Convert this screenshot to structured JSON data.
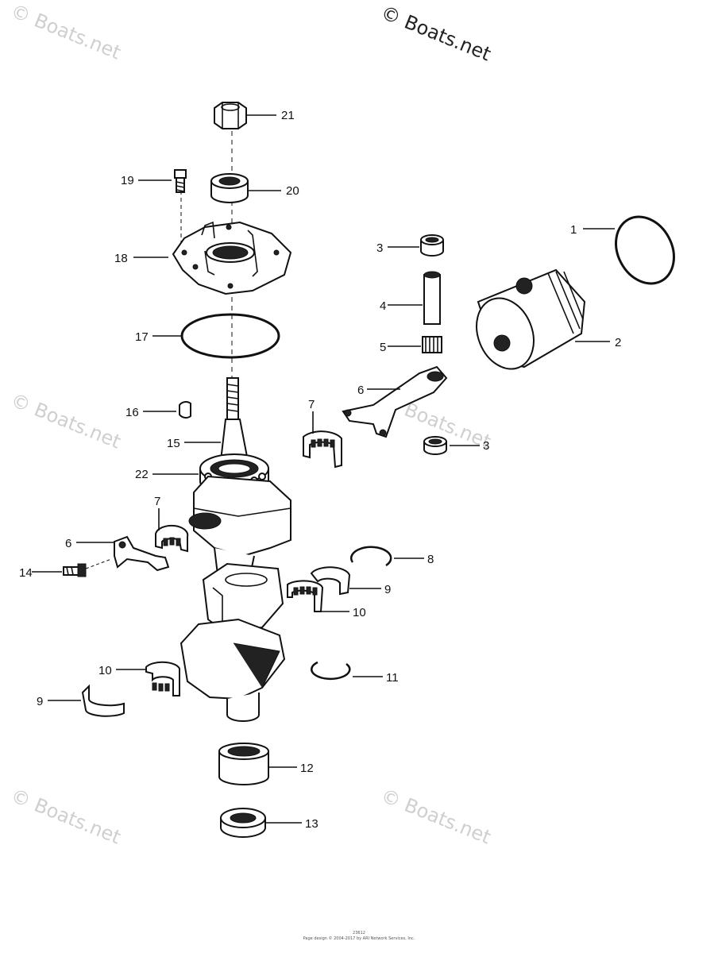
{
  "watermark": {
    "top_text": "© Boats.net",
    "repeat_text": "© Boats.net"
  },
  "callouts": [
    {
      "id": "c1",
      "label": "1"
    },
    {
      "id": "c2",
      "label": "2"
    },
    {
      "id": "c3a",
      "label": "3"
    },
    {
      "id": "c3b",
      "label": "3"
    },
    {
      "id": "c4",
      "label": "4"
    },
    {
      "id": "c5",
      "label": "5"
    },
    {
      "id": "c6a",
      "label": "6"
    },
    {
      "id": "c6b",
      "label": "6"
    },
    {
      "id": "c7a",
      "label": "7"
    },
    {
      "id": "c7b",
      "label": "7"
    },
    {
      "id": "c8",
      "label": "8"
    },
    {
      "id": "c9a",
      "label": "9"
    },
    {
      "id": "c9b",
      "label": "9"
    },
    {
      "id": "c10a",
      "label": "10"
    },
    {
      "id": "c10b",
      "label": "10"
    },
    {
      "id": "c11",
      "label": "11"
    },
    {
      "id": "c12",
      "label": "12"
    },
    {
      "id": "c13",
      "label": "13"
    },
    {
      "id": "c14",
      "label": "14"
    },
    {
      "id": "c15",
      "label": "15"
    },
    {
      "id": "c16",
      "label": "16"
    },
    {
      "id": "c17",
      "label": "17"
    },
    {
      "id": "c18",
      "label": "18"
    },
    {
      "id": "c19",
      "label": "19"
    },
    {
      "id": "c20",
      "label": "20"
    },
    {
      "id": "c21",
      "label": "21"
    },
    {
      "id": "c22",
      "label": "22"
    }
  ],
  "footer": {
    "code": "23612",
    "copyright": "Page design © 2004-2017 by ARI Network Services, Inc."
  },
  "colors": {
    "line": "#111111",
    "watermark": "#cfcfcf",
    "background": "#ffffff"
  }
}
